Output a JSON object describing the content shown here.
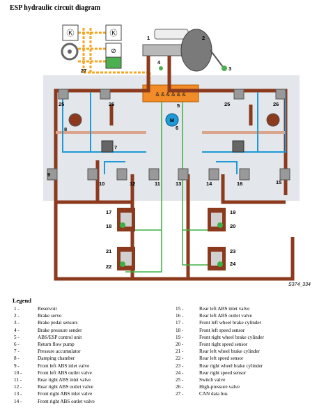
{
  "title": "ESP hydraulic circuit diagram",
  "figure_id": "S374_334",
  "legend_title": "Legend",
  "labels": {
    "n1": "1",
    "n2": "2",
    "n3": "3",
    "n4": "4",
    "n5": "5",
    "n6": "6",
    "n7": "7",
    "n8": "8",
    "n9": "9",
    "n10": "10",
    "n11": "11",
    "n12": "12",
    "n13": "13",
    "n14": "14",
    "n15": "15",
    "n16": "16",
    "n17": "17",
    "n18": "18",
    "n19": "19",
    "n20": "20",
    "n21": "21",
    "n22": "22",
    "n23": "23",
    "n24": "24",
    "n25a": "25",
    "n25b": "25",
    "n26a": "26",
    "n26b": "26",
    "n27": "27",
    "motor": "M"
  },
  "legend_left": [
    {
      "num": "1 -",
      "text": "Reservoir"
    },
    {
      "num": "2 -",
      "text": "Brake servo"
    },
    {
      "num": "3 -",
      "text": "Brake pedal sensors"
    },
    {
      "num": "4 -",
      "text": "Brake pressure sender"
    },
    {
      "num": "5 -",
      "text": "ABS/ESP control unit"
    },
    {
      "num": "6 -",
      "text": "Return flow pump"
    },
    {
      "num": "7 -",
      "text": "Pressure accumulator"
    },
    {
      "num": "8 -",
      "text": "Damping chamber"
    },
    {
      "num": "9 -",
      "text": "Front left ABS inlet valve"
    },
    {
      "num": "10 -",
      "text": "Front left ABS outlet valve"
    },
    {
      "num": "11 -",
      "text": "Rear right ABS inlet valve"
    },
    {
      "num": "12 -",
      "text": "Rear right ABS outlet valve"
    },
    {
      "num": "13 -",
      "text": "Front right ABS inlet valve"
    },
    {
      "num": "14 -",
      "text": "Front right ABS outlet valve"
    }
  ],
  "legend_right": [
    {
      "num": "15 -",
      "text": "Rear left ABS inlet valve"
    },
    {
      "num": "16 -",
      "text": "Rear left ABS outlet valve"
    },
    {
      "num": "17 -",
      "text": "Front left wheel brake cylinder"
    },
    {
      "num": "18 -",
      "text": "Front left speed sensor"
    },
    {
      "num": "19 -",
      "text": "Front right wheel brake cylinder"
    },
    {
      "num": "20 -",
      "text": "Front right speed sensor"
    },
    {
      "num": "21 -",
      "text": "Rear left wheel brake cylinder"
    },
    {
      "num": "22 -",
      "text": "Rear left speed sensor"
    },
    {
      "num": "23 -",
      "text": "Rear right wheel brake cylinder"
    },
    {
      "num": "24 -",
      "text": "Rear right speed sensor"
    },
    {
      "num": "25 -",
      "text": "Switch valve"
    },
    {
      "num": "26 -",
      "text": "High-pressure valve"
    },
    {
      "num": "27 -",
      "text": "CAN data bus"
    }
  ],
  "colors": {
    "pipe": "#8b3a1e",
    "pipe_light": "#d9a58c",
    "hydraulic_blue": "#1e9ad6",
    "sensor_green": "#3cb043",
    "can_orange": "#f5a623",
    "panel": "#e3e6ea",
    "control_unit": "#f28c28"
  }
}
